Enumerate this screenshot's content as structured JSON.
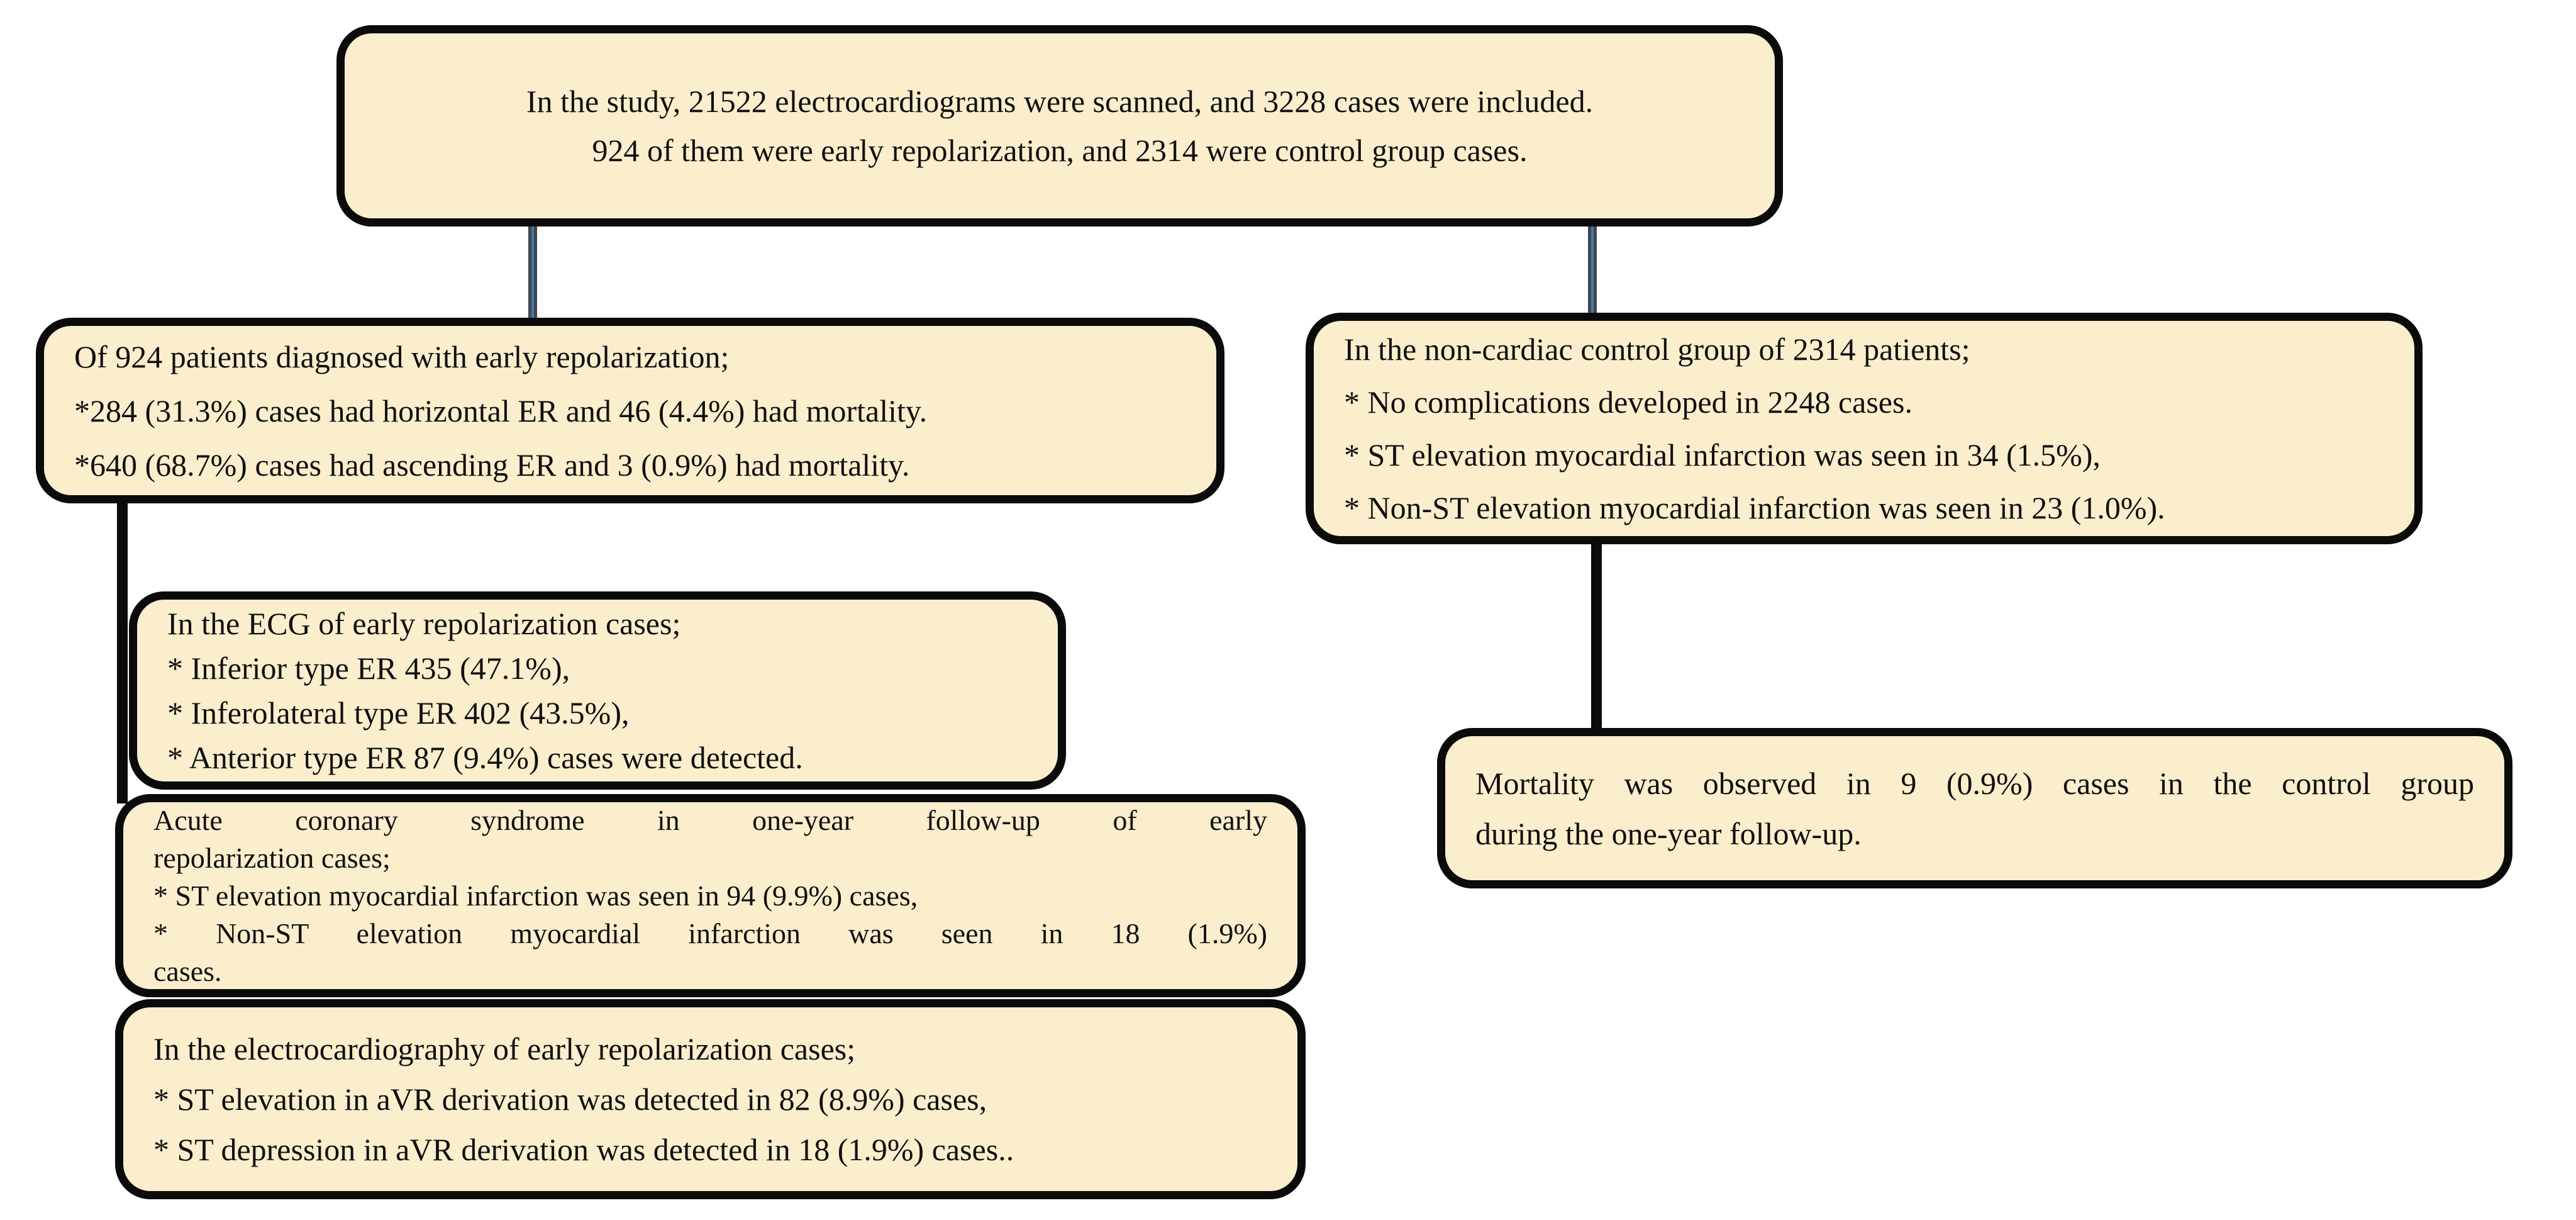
{
  "diagram": {
    "colors": {
      "background": "#ffffff",
      "box_fill": "#fbeecd",
      "box_border": "#0b0b0b",
      "connector_blue": "#4a78a8",
      "connector_blue_edge": "#3f474e",
      "connector_black": "#0b0b0b",
      "text": "#101010"
    },
    "boxes": {
      "study": {
        "lines": [
          {
            "text": "In the study, 21522 electrocardiograms were scanned, and 3228 cases were included.",
            "justify": false
          },
          {
            "text": "924 of them were early repolarization, and 2314 were control group cases.",
            "justify": false
          }
        ]
      },
      "er_patients": {
        "lines": [
          {
            "text": "Of 924 patients diagnosed with early repolarization;",
            "justify": false
          },
          {
            "text": "*284 (31.3%) cases had horizontal ER and 46 (4.4%) had mortality.",
            "justify": false
          },
          {
            "text": "*640 (68.7%) cases had ascending ER and 3 (0.9%) had mortality.",
            "justify": false
          }
        ]
      },
      "control_group": {
        "lines": [
          {
            "text": "In the non-cardiac control group of 2314 patients;",
            "justify": false
          },
          {
            "text": "* No complications developed in 2248 cases.",
            "justify": false
          },
          {
            "text": "* ST elevation myocardial infarction was seen in 34 (1.5%),",
            "justify": false
          },
          {
            "text": "* Non-ST elevation myocardial infarction was seen in 23 (1.0%).",
            "justify": false
          }
        ]
      },
      "ecg_types": {
        "lines": [
          {
            "text": "In the ECG of early repolarization cases;",
            "justify": false
          },
          {
            "text": "* Inferior type ER 435 (47.1%),",
            "justify": false
          },
          {
            "text": "* Inferolateral type ER 402 (43.5%),",
            "justify": false
          },
          {
            "text": "* Anterior type ER 87 (9.4%) cases were detected.",
            "justify": false
          }
        ]
      },
      "acs_followup": {
        "lines": [
          {
            "text": "Acute coronary syndrome in one-year follow-up of early",
            "justify": true
          },
          {
            "text": "repolarization cases;",
            "justify": false
          },
          {
            "text": "* ST elevation myocardial infarction was seen in 94 (9.9%) cases,",
            "justify": false
          },
          {
            "text": "* Non-ST elevation myocardial infarction was seen in 18 (1.9%)",
            "justify": true
          },
          {
            "text": "cases.",
            "justify": false
          }
        ]
      },
      "avr_findings": {
        "lines": [
          {
            "text": "In the electrocardiography of early repolarization cases;",
            "justify": false
          },
          {
            "text": "* ST elevation in aVR derivation was detected in 82 (8.9%) cases,",
            "justify": false
          },
          {
            "text": "* ST depression in aVR derivation was detected in 18 (1.9%) cases..",
            "justify": false
          }
        ]
      },
      "control_mortality": {
        "lines": [
          {
            "text": "Mortality was observed in 9 (0.9%) cases in the control group",
            "justify": true
          },
          {
            "text": "during the one-year follow-up.",
            "justify": false
          }
        ]
      }
    }
  }
}
